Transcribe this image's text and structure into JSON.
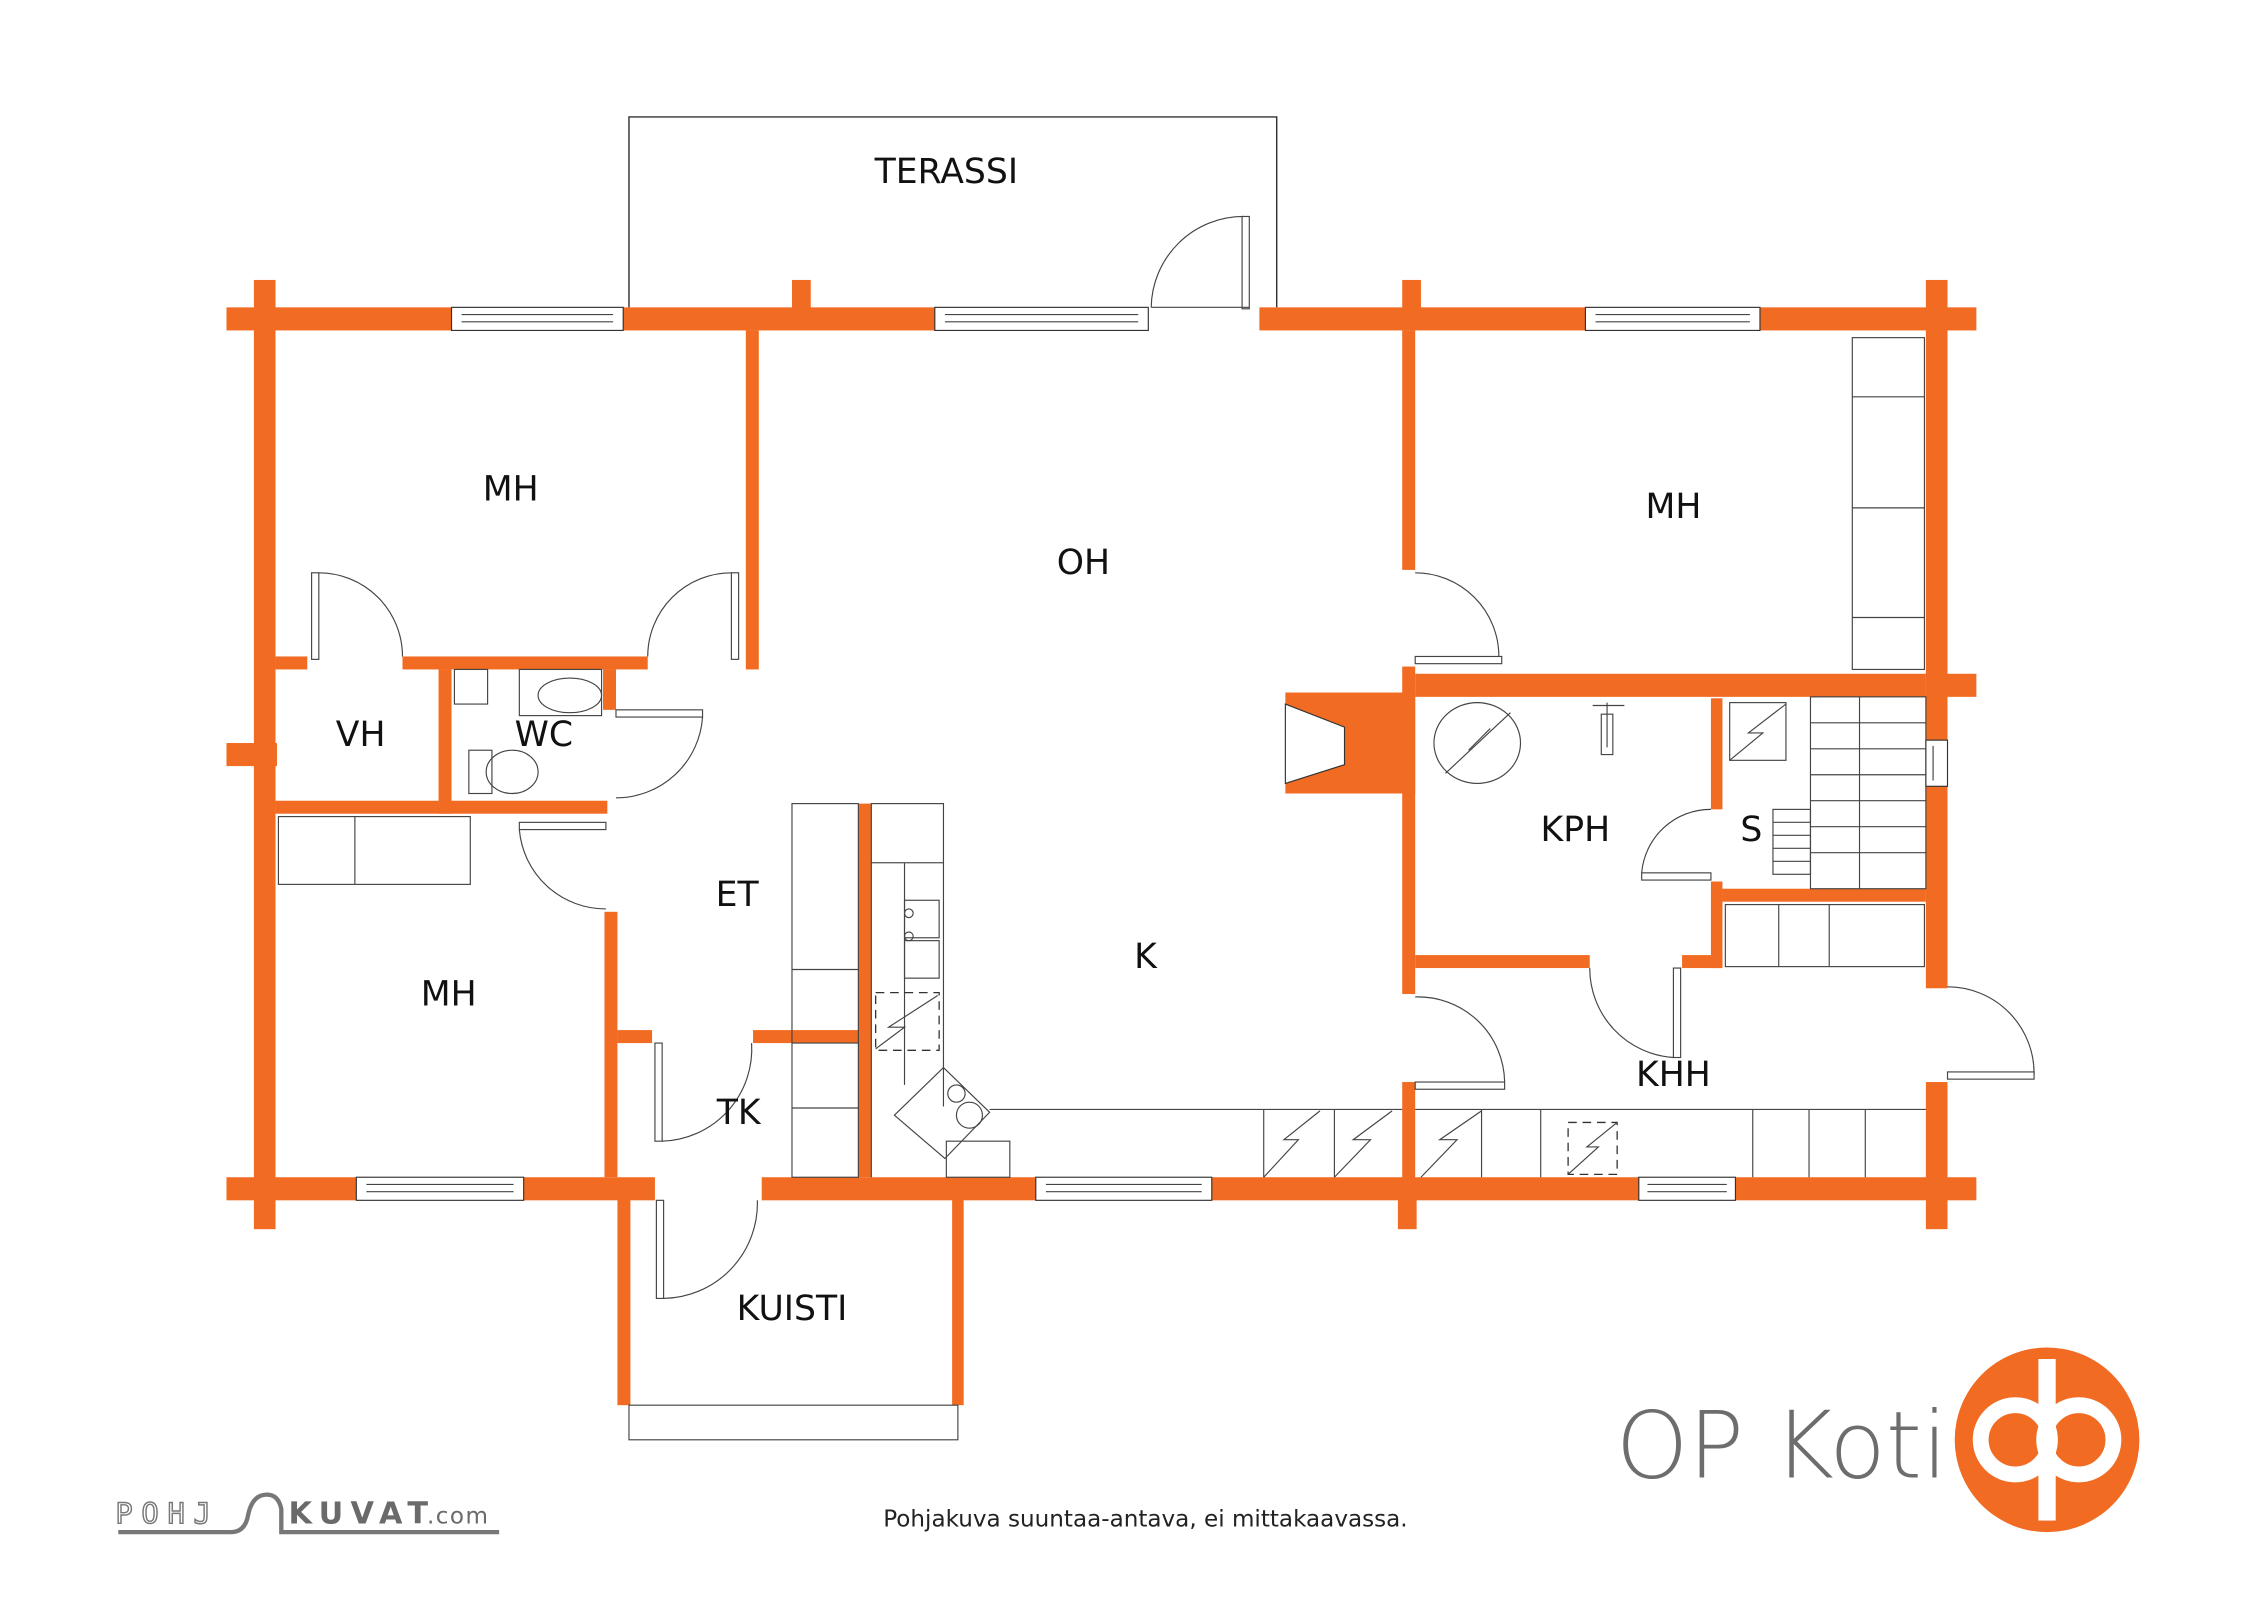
{
  "plan": {
    "rooms": {
      "terassi": "TERASSI",
      "mh_top_left": "MH",
      "oh": "OH",
      "mh_top_right": "MH",
      "vh": "VH",
      "wc": "WC",
      "et": "ET",
      "k": "K",
      "kph": "KPH",
      "s": "S",
      "mh_bottom_left": "MH",
      "tk": "TK",
      "khh": "KHH",
      "kuisti": "KUISTI"
    },
    "wall_color": "#f26b22"
  },
  "footer": {
    "disclaimer": "Pohjakuva suuntaa-antava, ei mittakaavassa.",
    "pohjakuvat_logo": {
      "part1": "POHJ",
      "part2": "KUVAT",
      "part3": ".com"
    },
    "brand": {
      "name": "OP Koti",
      "logo_color": "#f26b22",
      "text_color": "#6d6d6d"
    }
  }
}
